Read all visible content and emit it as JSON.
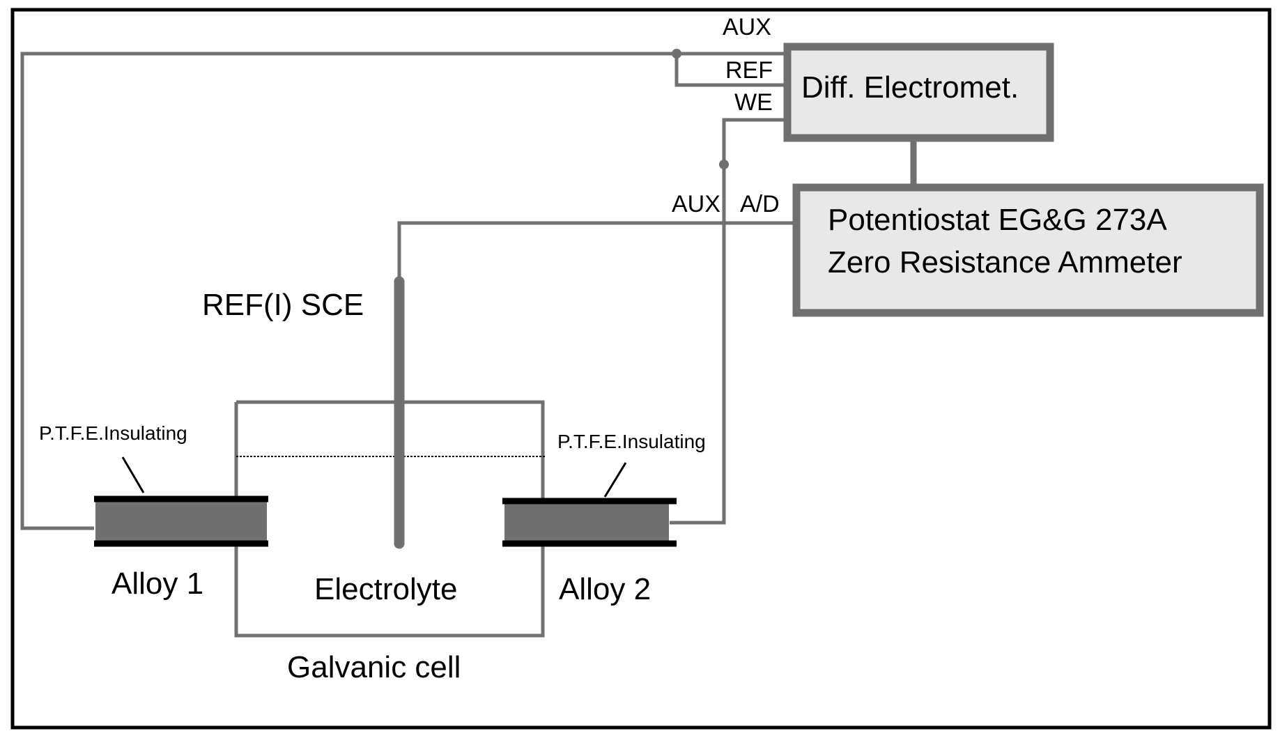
{
  "colors": {
    "frame": "#000000",
    "wire": "#707070",
    "box_fill": "#e8e8e8",
    "alloy_fill": "#707070",
    "insulation": "#000000"
  },
  "instruments": {
    "electrometer": {
      "label": "Diff. Electromet."
    },
    "potentiostat": {
      "line1": "Potentiostat EG&G 273A",
      "line2": "Zero  Resistance Ammeter"
    }
  },
  "terminals": {
    "aux_top": "AUX",
    "ref": "REF",
    "we": "WE",
    "aux_mid": "AUX",
    "ad": "A/D"
  },
  "cell": {
    "reference_electrode": "REF(I) SCE",
    "alloy1": "Alloy 1",
    "alloy2": "Alloy 2",
    "electrolyte": "Electrolyte",
    "caption": "Galvanic cell",
    "insulation_left": "P.T.F.E.Insulating",
    "insulation_right": "P.T.F.E.Insulating"
  }
}
